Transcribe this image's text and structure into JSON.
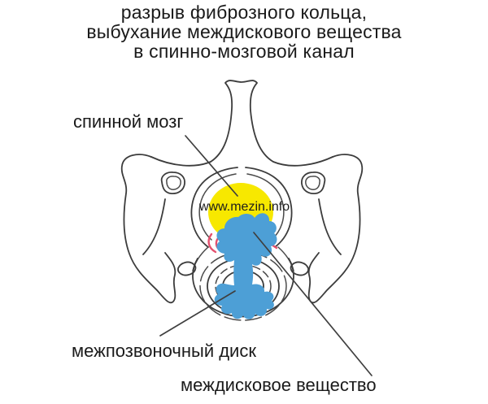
{
  "title": {
    "line1": "разрыв фиброзного кольца,",
    "line2": "выбухание междискового вещества",
    "line3": "в спинно-мозговой канал"
  },
  "labels": {
    "spinal_cord": "спинной мозг",
    "intervertebral_disc": "межпозвоночный диск",
    "interdisc_substance": "междисковое вещество"
  },
  "watermark": {
    "text": "www.mezin.info"
  },
  "colors": {
    "spinal_cord_fill": "#f7e800",
    "hernia_fill": "#4d9fd6",
    "rupture_stroke": "#e4506e",
    "outline": "#3c3c3c",
    "text": "#1a1a1a",
    "background": "#ffffff"
  }
}
